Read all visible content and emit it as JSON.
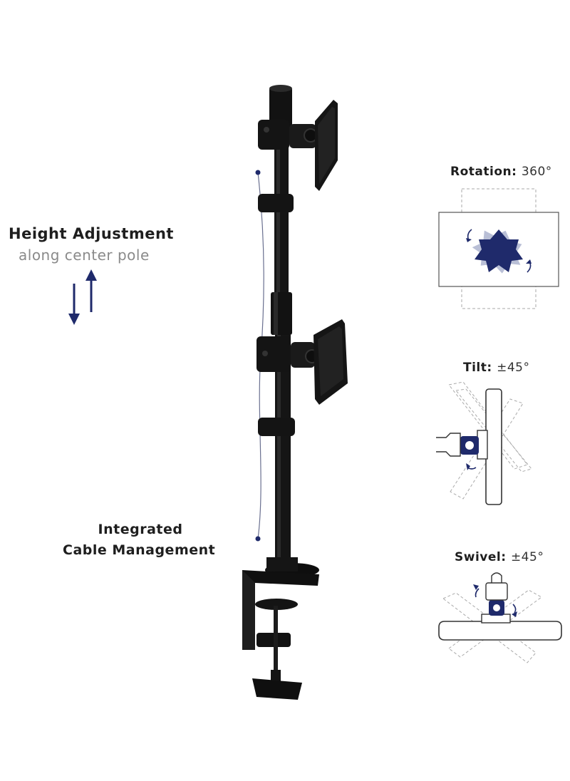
{
  "height": {
    "title": "Height Adjustment",
    "subtitle": "along center pole"
  },
  "cable": {
    "line1": "Integrated",
    "line2": "Cable Management"
  },
  "rotation": {
    "label": "Rotation:",
    "value": "360°"
  },
  "tilt": {
    "label": "Tilt:",
    "value": "±45°"
  },
  "swivel": {
    "label": "Swivel:",
    "value": "±45°"
  },
  "colors": {
    "accent": "#1f2a6b",
    "mount": "#111111",
    "guide": "#b0b0b0"
  },
  "icons": [
    "up-down-arrows-icon",
    "rotation-diagram-icon",
    "tilt-diagram-icon",
    "swivel-diagram-icon"
  ]
}
